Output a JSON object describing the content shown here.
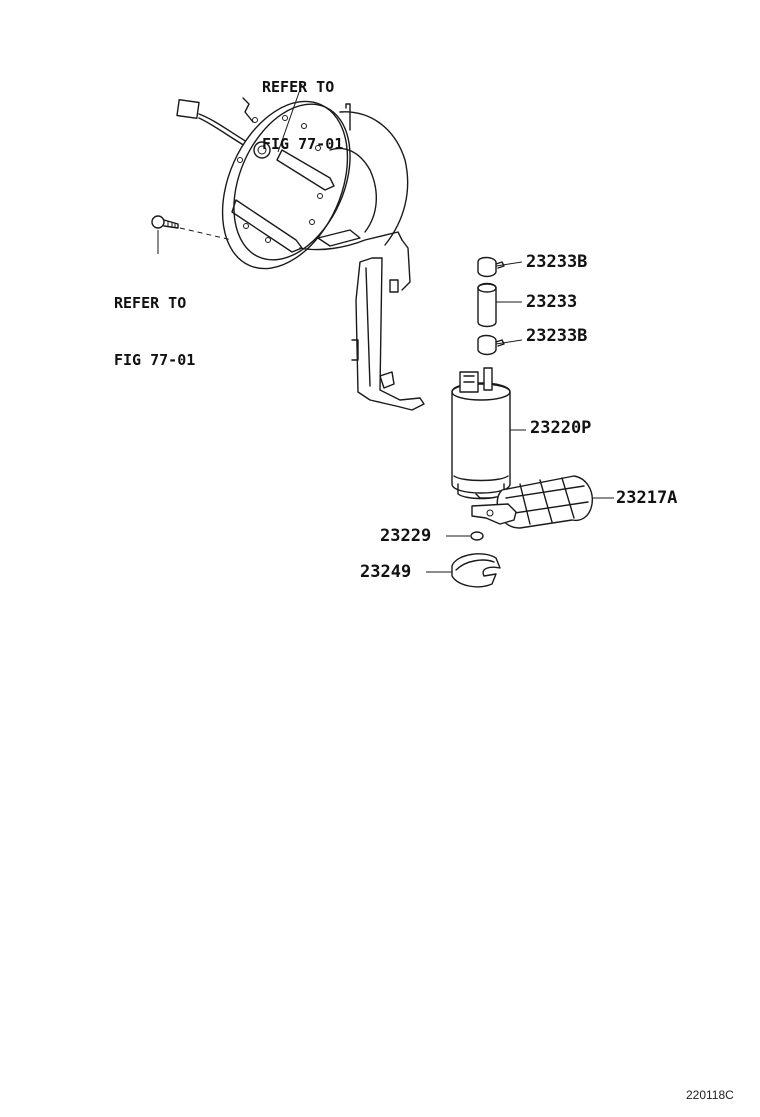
{
  "diagram": {
    "references": [
      {
        "line1": "REFER TO",
        "line2": "FIG 77-01"
      },
      {
        "line1": "REFER TO",
        "line2": "FIG 77-01"
      }
    ],
    "parts": [
      {
        "number": "23233B"
      },
      {
        "number": "23233"
      },
      {
        "number": "23233B"
      },
      {
        "number": "23220P"
      },
      {
        "number": "23217A"
      },
      {
        "number": "23229"
      },
      {
        "number": "23249"
      }
    ],
    "illustration_code": "220118C"
  }
}
